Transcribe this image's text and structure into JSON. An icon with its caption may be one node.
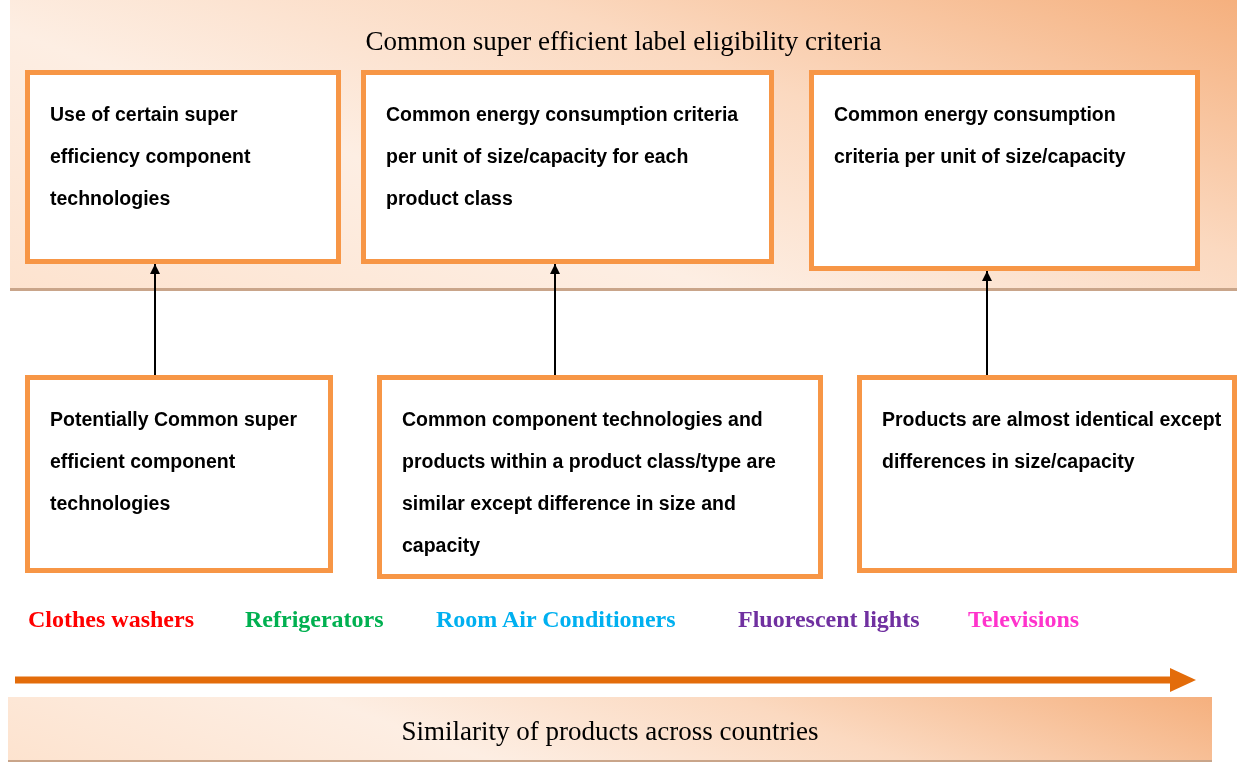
{
  "diagram": {
    "nodes": [
      {
        "text": [
          "Common super efficient label eligibility criteria"
        ]
      },
      {
        "text": [
          "Use of certain super efficiency component technologies"
        ],
        "in": 0
      },
      {
        "text": [
          "Common energy consumption criteria per unit of size/capacity for each product class"
        ],
        "in": 0
      },
      {
        "text": [
          "Common energy consumption criteria per unit of size/capacity"
        ],
        "in": 0
      },
      {
        "text": [
          "Potentially Common super efficient component technologies"
        ]
      },
      {
        "text": [
          "Common component technologies and products within a product class/type are similar except difference in size and capacity"
        ]
      },
      {
        "text": [
          "Products are almost identical except differences in size/capacity"
        ]
      },
      {
        "text": [
          "Similarity of products across countries"
        ]
      }
    ],
    "edges": [
      {
        "from": 4,
        "to": 1,
        "arrow": "to"
      },
      {
        "from": 5,
        "to": 2,
        "arrow": "to"
      },
      {
        "from": 6,
        "to": 3,
        "arrow": "to"
      }
    ],
    "labels": [
      "Clothes washers",
      "Refrigerators",
      "Room Air Conditioners",
      "Fluorescent lights",
      "Televisions"
    ]
  }
}
